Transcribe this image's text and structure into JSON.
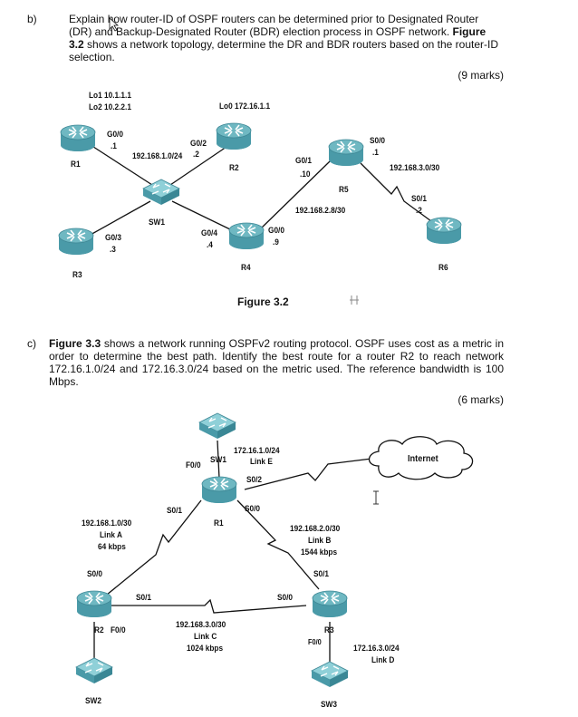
{
  "question_b": {
    "letter": "b)",
    "text_1": "Explain how router-ID of OSPF routers can be determined prior to Designated Router (DR) and Backup-Designated Router (BDR) election process in OSPF network. ",
    "figure_ref": "Figure 3.2",
    "text_2": " shows a network topology, determine the DR and BDR routers based on the router-ID selection.",
    "marks": "(9 marks)"
  },
  "figure_3_2": {
    "caption": "Figure 3.2",
    "labels": {
      "r1_lo": "Lo1 10.1.1.1",
      "r1_lo2": "Lo2 10.2.2.1",
      "r1_g": "G0/0",
      "r1_ip": ".1",
      "r1_name": "R1",
      "net1": "192.168.1.0/24",
      "r2_g": "G0/2",
      "r2_ip": ".2",
      "r2_lo": "Lo0 172.16.1.1",
      "r2_name": "R2",
      "sw1": "SW1",
      "r3_g": "G0/3",
      "r3_ip": ".3",
      "r3_name": "R3",
      "r4_g4": "G0/4",
      "r4_ip4": ".4",
      "r4_g0": "G0/0",
      "r4_ip9": ".9",
      "r4_name": "R4",
      "r5_g1": "G0/1",
      "r5_ip10": ".10",
      "r5_s0": "S0/0",
      "r5_ip1": ".1",
      "r5_name": "R5",
      "net2": "192.168.2.8/30",
      "net3": "192.168.3.0/30",
      "r6_s1": "S0/1",
      "r6_ip2": ".2",
      "r6_name": "R6"
    }
  },
  "question_c": {
    "letter": "c)",
    "figure_ref": "Figure 3.3",
    "text_1": " shows a network running OSPFv2 routing protocol. OSPF uses cost as a metric in order to determine the best path. Identify the best route for a router R2 to reach network 172.16.1.0/24 and 172.16.3.0/24 based on the metric used. The reference bandwidth is 100 Mbps.",
    "marks": "(6 marks)"
  },
  "figure_3_3": {
    "labels": {
      "sw1_port": "F0/0",
      "sw1": "SW1",
      "net_e": "172.16.1.0/24",
      "link_e": "Link E",
      "r1_s02": "S0/2",
      "r1_s01": "S0/1",
      "r1_s00": "S0/0",
      "r1": "R1",
      "internet": "Internet",
      "net_a": "192.168.1.0/30",
      "link_a": "Link A",
      "bw_a": "64 kbps",
      "net_b": "192.168.2.0/30",
      "link_b": "Link B",
      "bw_b": "1544 kbps",
      "r2_s00": "S0/0",
      "r2_s01": "S0/1",
      "r2": "R2",
      "r2_f00": "F0/0",
      "r3_s01": "S0/1",
      "r3_s00": "S0/0",
      "r3": "R3",
      "r3_f00": "F0/0",
      "net_c": "192.168.3.0/30",
      "link_c": "Link C",
      "bw_c": "1024 kbps",
      "net_d": "172.16.3.0/24",
      "link_d": "Link D",
      "sw2": "SW2",
      "sw3": "SW3"
    }
  }
}
